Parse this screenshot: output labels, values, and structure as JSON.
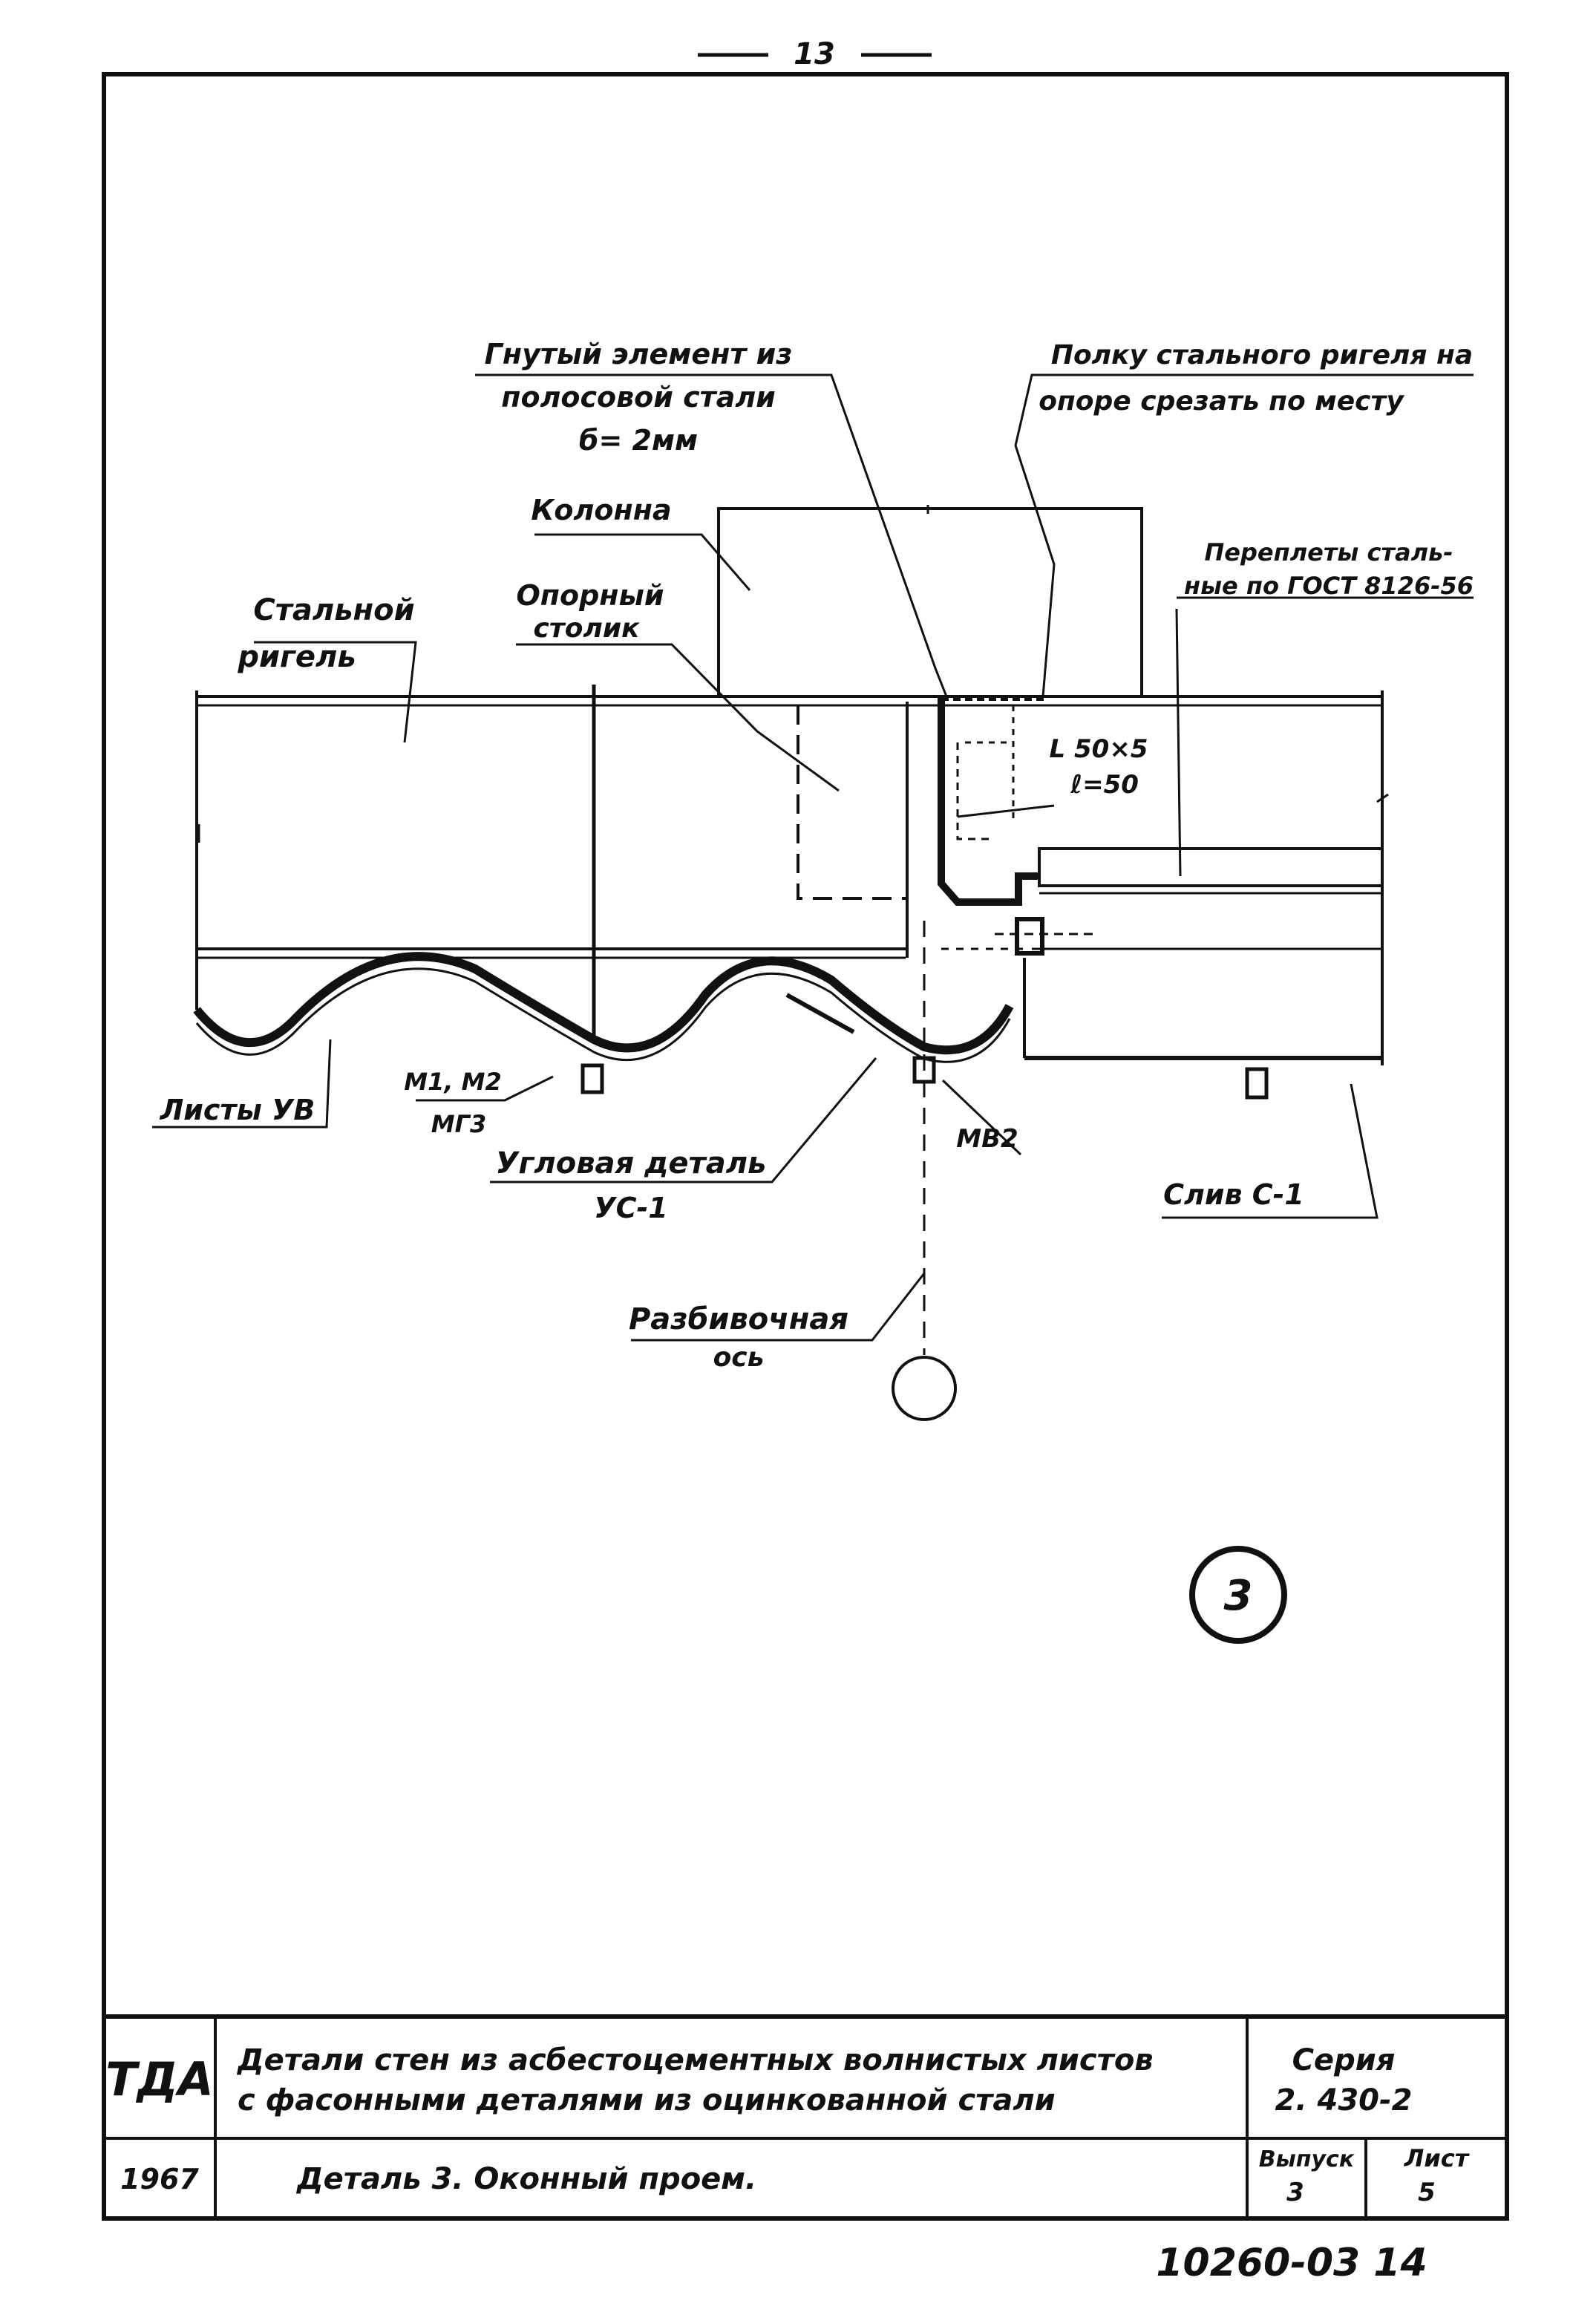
{
  "page_number": "13",
  "labels": {
    "bent_element": [
      "Гнутый элемент из",
      "полосовой стали",
      "б= 2мм"
    ],
    "flange_note": [
      "Полку стального ригеля на",
      "опоре срезать по месту"
    ],
    "column": "Колонна",
    "steel_beam": [
      "Стальной",
      "ригель"
    ],
    "support_table": [
      "Опорный",
      "столик"
    ],
    "bindings": [
      "Переплеты сталь-",
      "ные по ГОСТ 8126-56"
    ],
    "angle_size": [
      "L 50×5",
      "ℓ=50"
    ],
    "sheets_uv": "Листы УВ",
    "fasteners_m": [
      "М1, М2",
      "МГ3"
    ],
    "corner_part": [
      "Угловая деталь",
      "УС-1"
    ],
    "mv2": "МВ2",
    "drip": "Слив С-1",
    "grid_axis": [
      "Разбивочная",
      "ось"
    ],
    "detail_marker": "3"
  },
  "title_block": {
    "org": "ТДА",
    "title": [
      "Детали стен из асбестоцементных волнистых листов",
      "с фасонными деталями из оцинкованной стали"
    ],
    "series_label": "Серия",
    "series_value": "2. 430-2",
    "year": "1967",
    "subtitle": "Деталь 3.   Оконный проем.",
    "issue_label": "Выпуск",
    "issue_value": "3",
    "sheet_label": "Лист",
    "sheet_value": "5"
  },
  "inventory_number": "10260-03 14"
}
